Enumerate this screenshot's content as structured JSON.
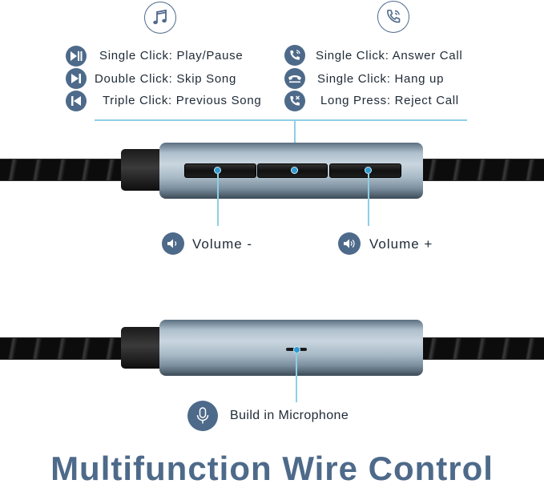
{
  "music_controls": [
    {
      "icon": "play-pause-icon",
      "label": "Single Click: Play/Pause"
    },
    {
      "icon": "skip-forward-icon",
      "label": "Double Click: Skip Song"
    },
    {
      "icon": "skip-back-icon",
      "label": "Triple Click: Previous Song"
    }
  ],
  "call_controls": [
    {
      "icon": "phone-answer-icon",
      "label": "Single Click: Answer Call"
    },
    {
      "icon": "phone-hangup-icon",
      "label": "Single Click: Hang up"
    },
    {
      "icon": "phone-reject-icon",
      "label": "Long Press: Reject Call"
    }
  ],
  "volume": {
    "down_label": "Volume -",
    "up_label": "Volume +"
  },
  "microphone": {
    "label": "Build in Microphone"
  },
  "title": "Multifunction Wire Control",
  "colors": {
    "accent": "#4e6a8a",
    "line": "#8ecfe6",
    "dot": "#2e9ad0"
  }
}
